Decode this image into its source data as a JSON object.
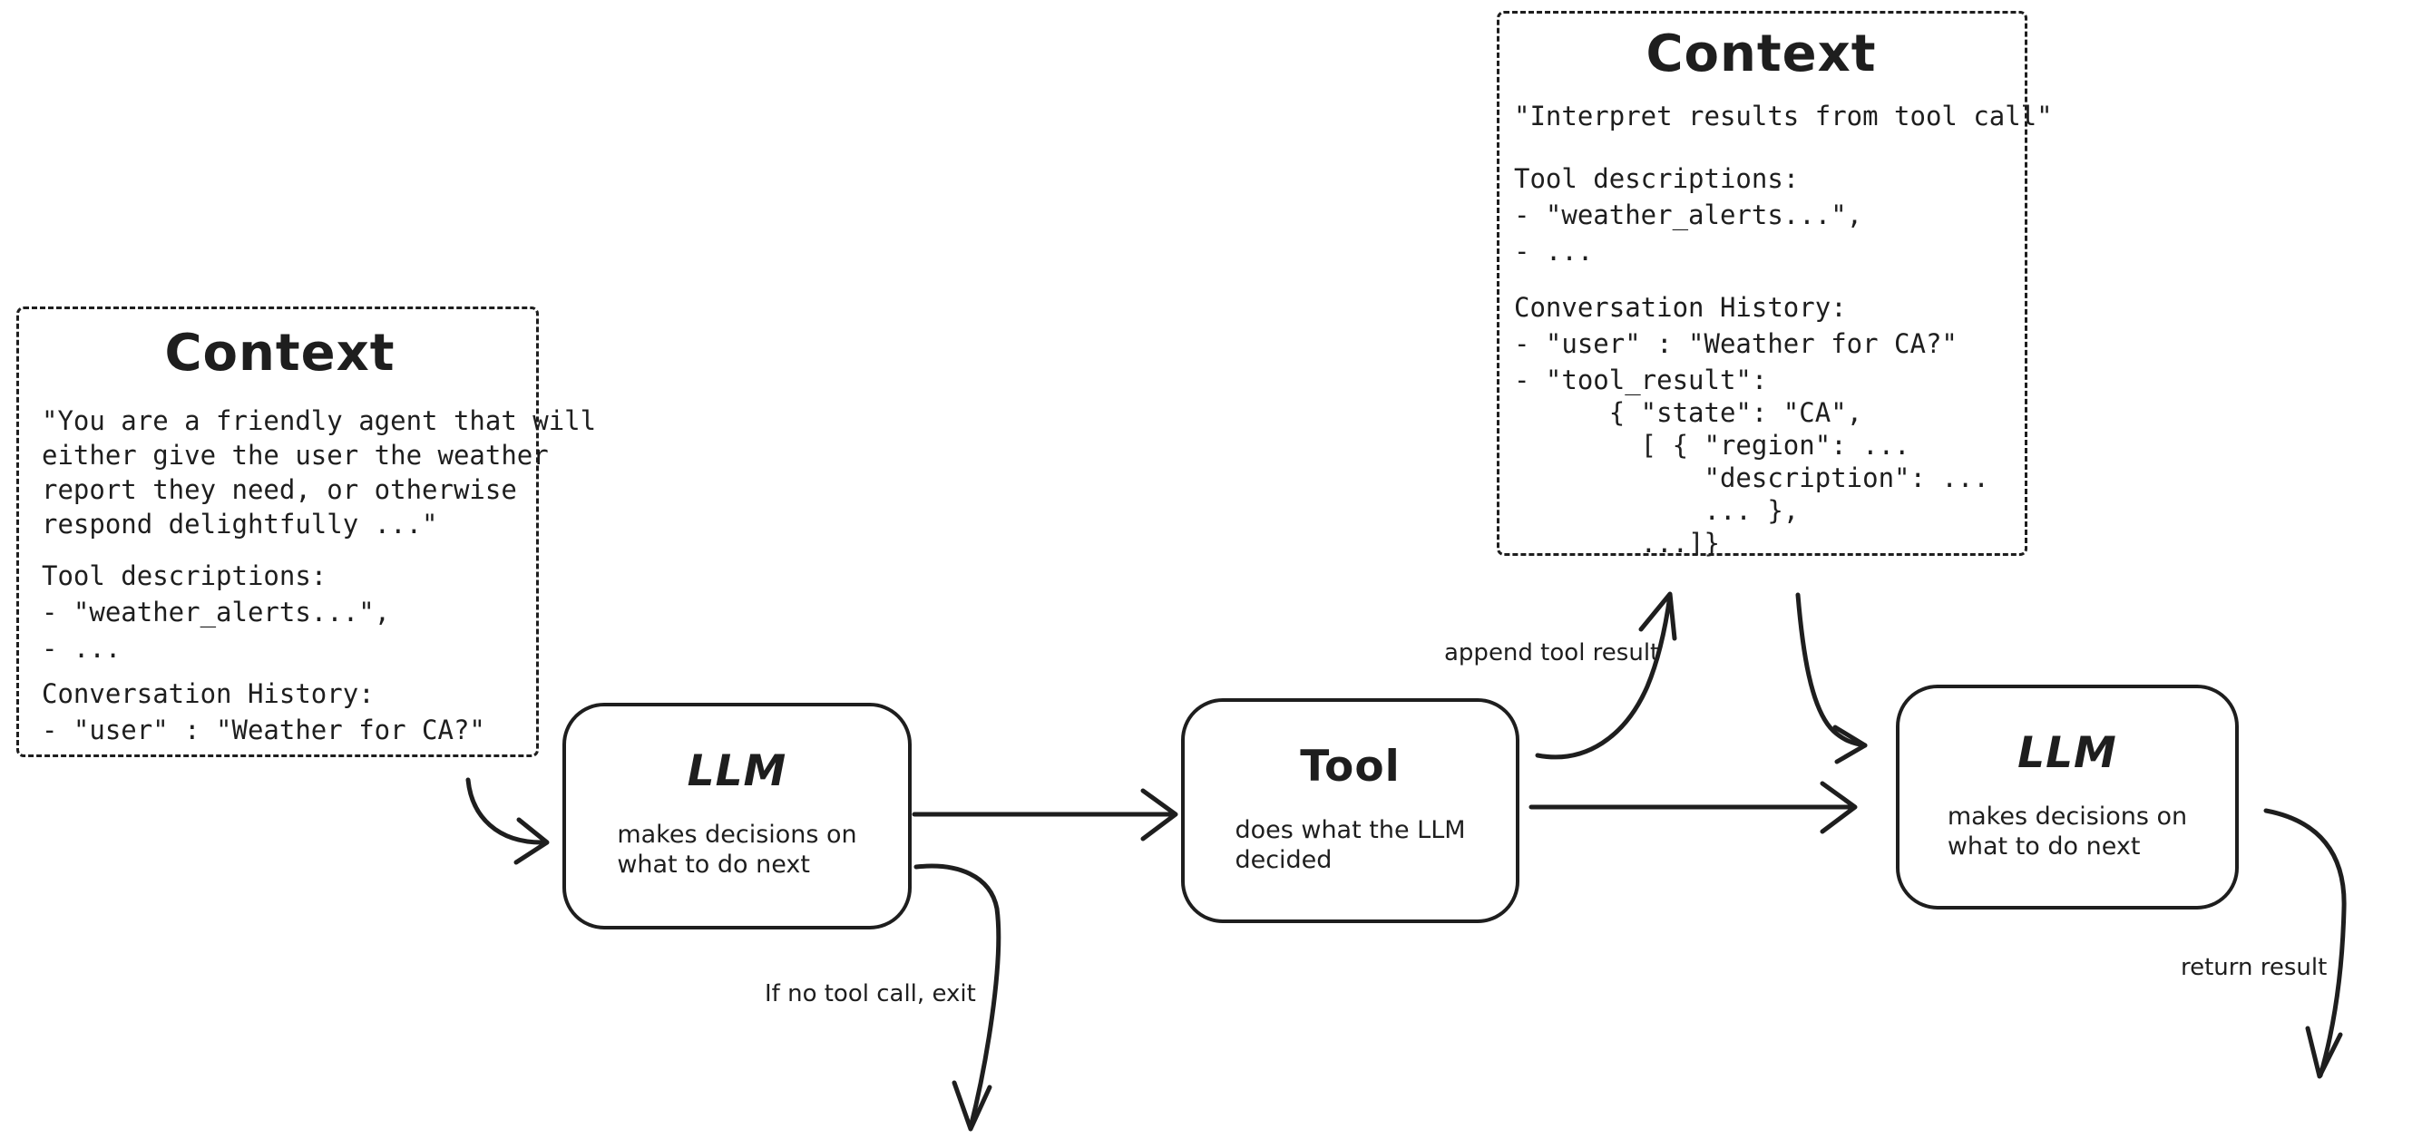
{
  "diagram": {
    "colors": {
      "ink": "#1e1e1e",
      "background": "#ffffff"
    },
    "context_left": {
      "title": "Context",
      "para1": "\"You are a friendly agent that will\neither give the user the weather\nreport they need, or otherwise\nrespond delightfully ...\"",
      "para2": "Tool descriptions:\n- \"weather_alerts...\",\n- ...",
      "para3": "Conversation History:\n- \"user\" : \"Weather for CA?\""
    },
    "context_top": {
      "title": "Context",
      "para1": "\"Interpret results from tool call\"",
      "para2": "Tool descriptions:\n- \"weather_alerts...\",\n- ...",
      "para3": "Conversation History:\n- \"user\" : \"Weather for CA?\"",
      "para4": "- \"tool_result\":\n      { \"state\": \"CA\",\n        [ { \"region\": ...\n            \"description\": ...\n            ... },\n        ...]}"
    },
    "llm_first": {
      "title": "LLM",
      "subtitle": "makes decisions on\nwhat to do next"
    },
    "tool": {
      "title": "Tool",
      "subtitle": "does what the LLM\ndecided"
    },
    "llm_second": {
      "title": "LLM",
      "subtitle": "makes decisions on\nwhat to do next"
    },
    "labels": {
      "append_tool_result": "append tool result",
      "if_no_tool_call_exit": "If no tool call, exit",
      "return_result": "return result"
    }
  }
}
